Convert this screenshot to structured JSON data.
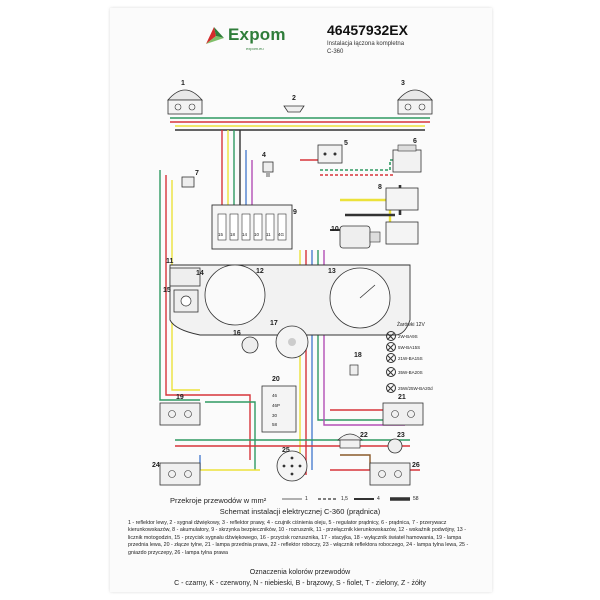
{
  "header": {
    "brand": "Expom",
    "brand_tagline": "expom.eu",
    "code": "46457932EX",
    "subtitle_line1": "Instalacja łączona kompletna",
    "subtitle_line2": "C-360"
  },
  "diagram": {
    "component_numbers": [
      "1",
      "2",
      "3",
      "4",
      "5",
      "6",
      "7",
      "8",
      "9",
      "10",
      "11",
      "12",
      "13",
      "14",
      "15",
      "16",
      "17",
      "18",
      "19",
      "20",
      "21",
      "22",
      "23",
      "24",
      "25",
      "26"
    ],
    "fuse_labels": [
      "15",
      "18",
      "14",
      "10",
      "11",
      "4G"
    ],
    "switch_labels": [
      "46",
      "46P",
      "30",
      "58"
    ]
  },
  "bulbs": {
    "title": "Żarówki 12V",
    "items": [
      "2W-BA9S",
      "5W-BA15S",
      "21W-BA15S",
      "35W-BA20S",
      "25W/25W-BA20d"
    ]
  },
  "wire_legend": {
    "title": "Przekroje przewodów w mm²",
    "items": [
      "1",
      "1,5",
      "4",
      "58"
    ]
  },
  "caption": "Schemat instalacji elektrycznej C-360 (prądnica)",
  "parts_list": "1 - reflektor lewy, 2 - sygnał dźwiękowy, 3 - reflektor prawy, 4 - czujnik ciśnienia oleju, 5 - regulator prądnicy, 6 - prądnica, 7 - przerywacz kierunkowskazów, 8 - akumulatory, 9 - skrzynka bezpieczników, 10 - rozrusznik, 11 - przełącznik kierunkowskazów, 12 - wskaźnik podwójny, 13 - licznik motogodzin, 15 - przycisk sygnału dźwiękowego, 16 - przycisk rozrusznika, 17 - stacyjka, 18 - wyłącznik świateł hamowania, 19 - lampa przednia lewa, 20 - złącze tylne, 21 - lampa przednia prawa, 22 - reflektor roboczy, 23 - włącznik reflektora roboczego, 24 - lampa tylna lewa, 25 - gniazdo przyczepy, 26 - lampa tylna prawa",
  "colors_legend": {
    "title": "Oznaczenia kolorów przewodów",
    "items": "C - czarny, K - czerwony, N - niebieski, B - brązowy, S - fiolet, T - zielony, Z - żółty"
  },
  "palette": {
    "red": "#d8343a",
    "green": "#2f9a63",
    "yellow": "#ece23a",
    "blue": "#4d7fd0",
    "violet": "#b34fb6",
    "brown": "#8a5a2b",
    "black": "#333333",
    "brand_green": "#2f7d3a",
    "brand_red": "#d42b2b"
  }
}
